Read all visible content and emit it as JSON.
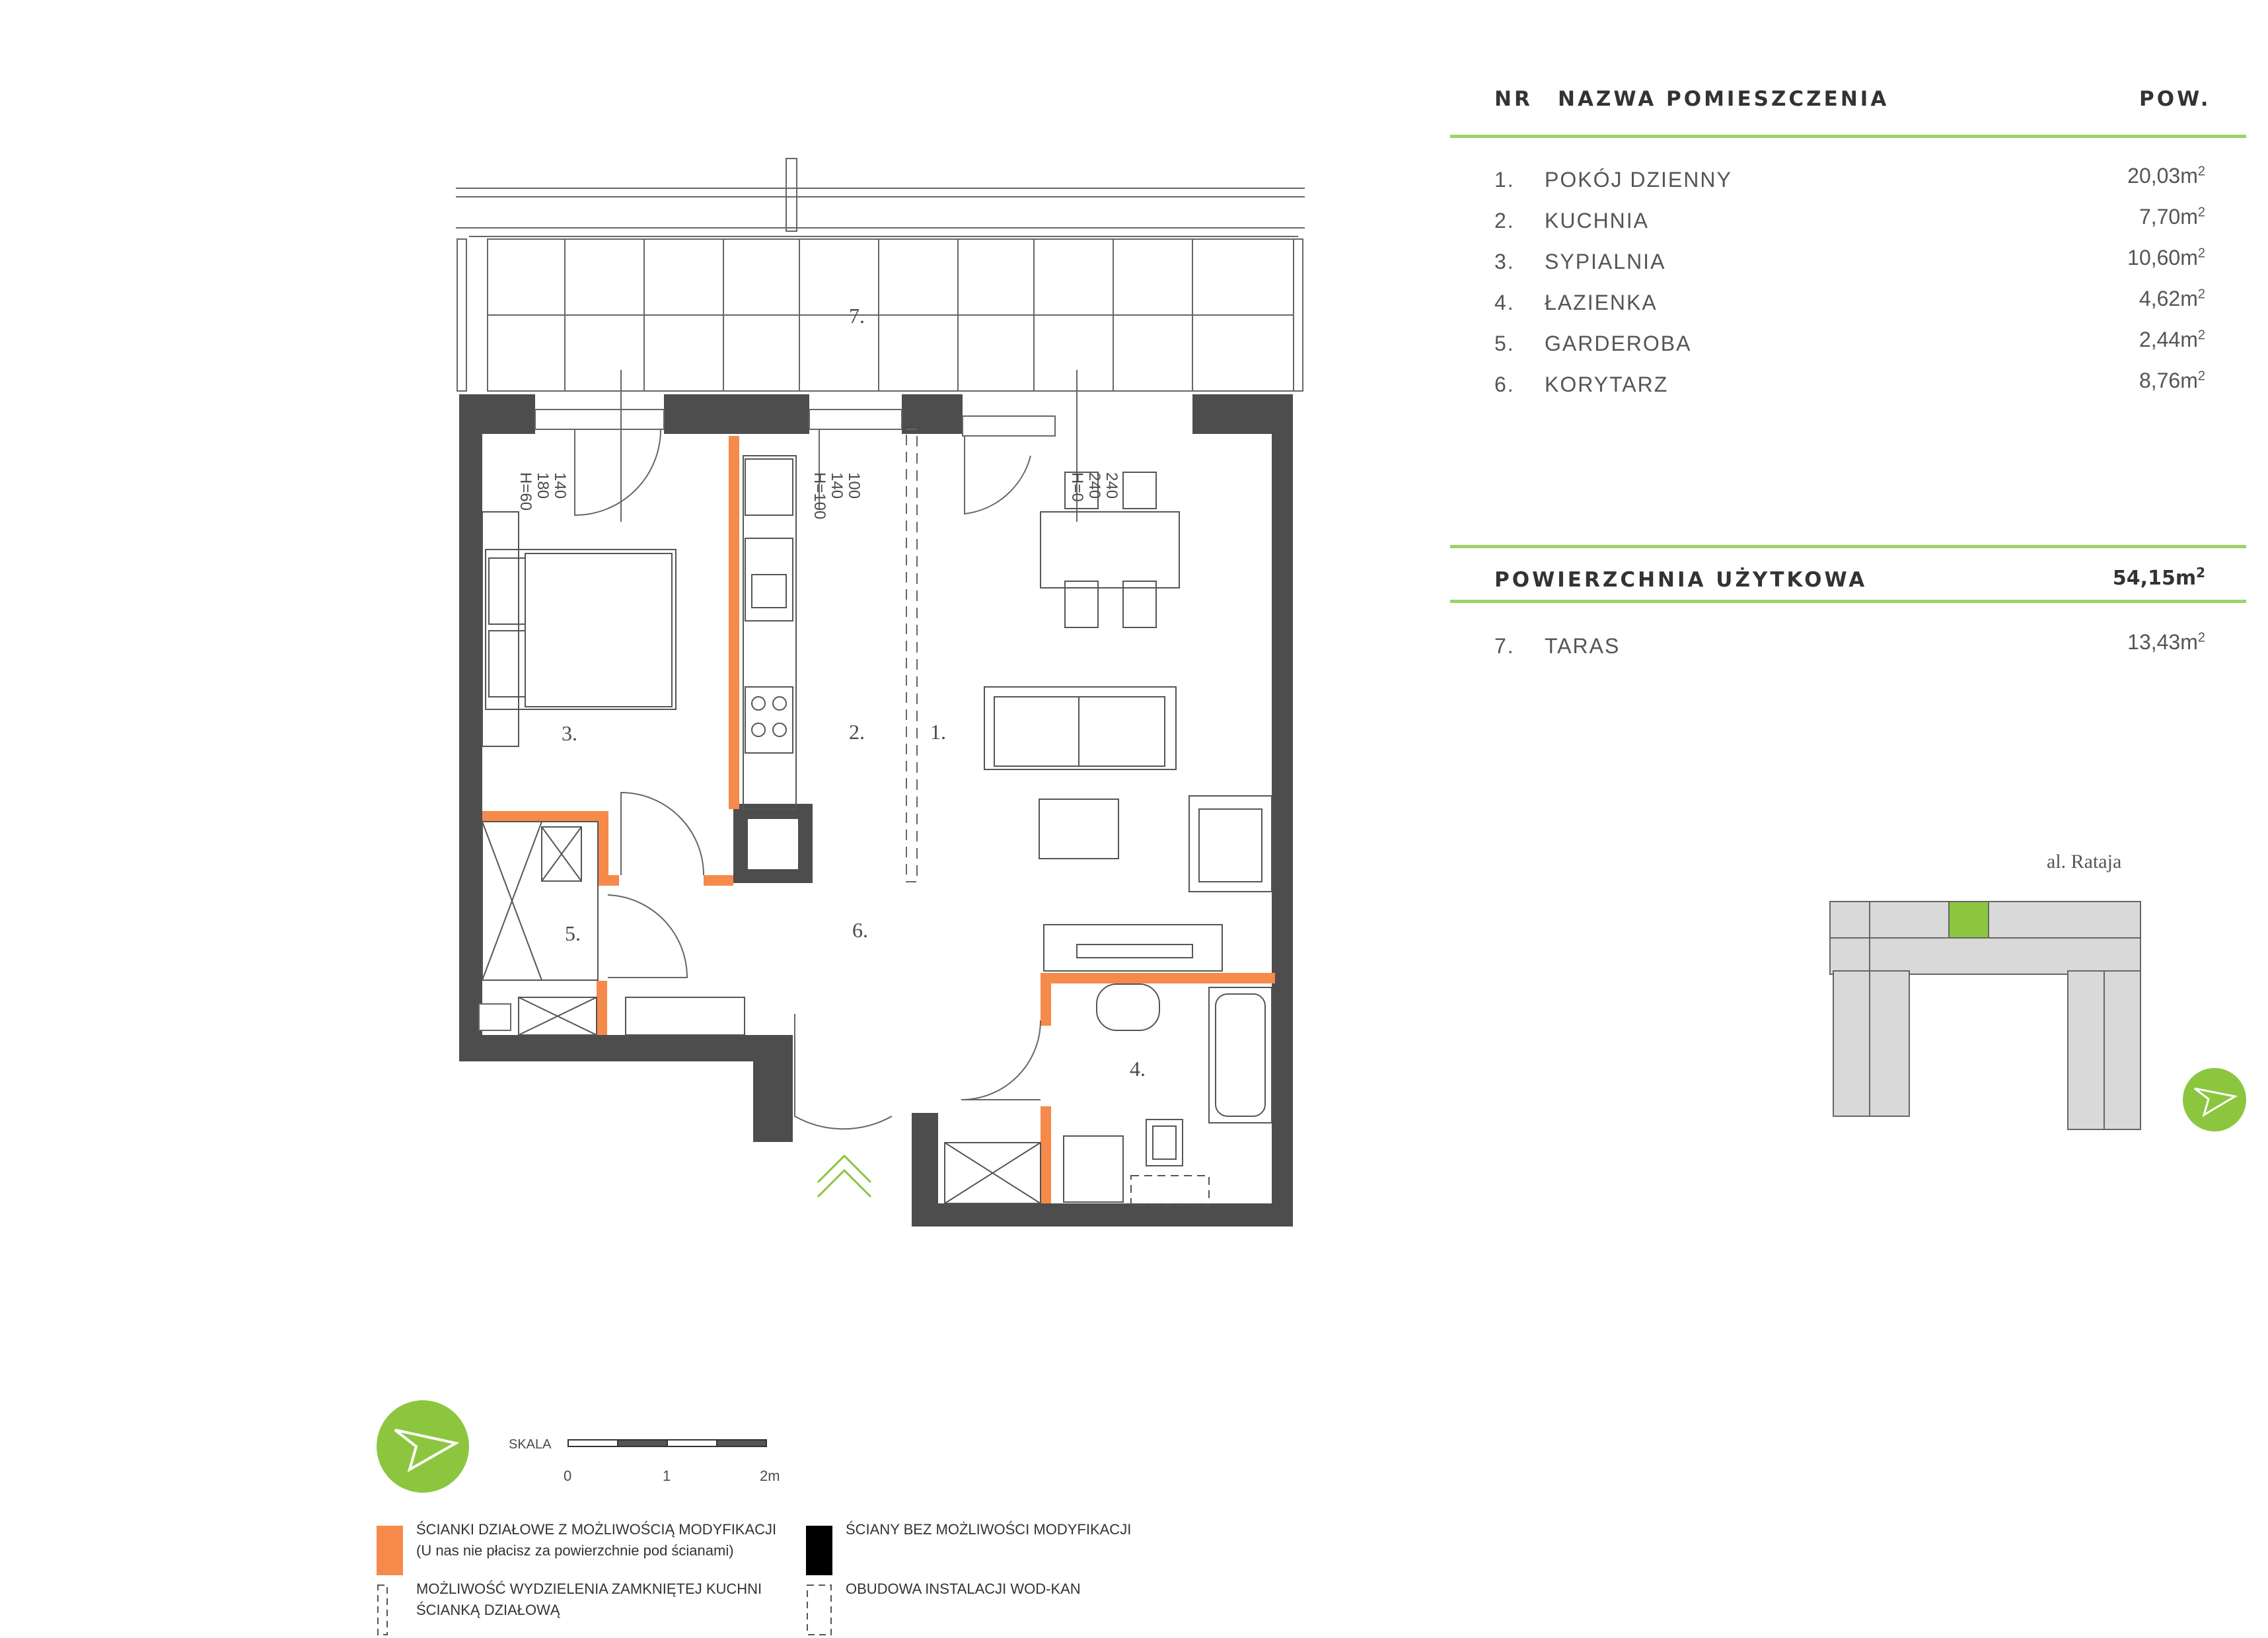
{
  "table": {
    "headers": {
      "nr": "NR",
      "name": "NAZWA POMIESZCZENIA",
      "area": "POW."
    },
    "rooms": [
      {
        "nr": "1.",
        "name": "POKÓJ DZIENNY",
        "area": "20,03m",
        "unit_sup": "2"
      },
      {
        "nr": "2.",
        "name": "KUCHNIA",
        "area": "7,70m",
        "unit_sup": "2"
      },
      {
        "nr": "3.",
        "name": "SYPIALNIA",
        "area": "10,60m",
        "unit_sup": "2"
      },
      {
        "nr": "4.",
        "name": "ŁAZIENKA",
        "area": "4,62m",
        "unit_sup": "2"
      },
      {
        "nr": "5.",
        "name": "GARDEROBA",
        "area": "2,44m",
        "unit_sup": "2"
      },
      {
        "nr": "6.",
        "name": "KORYTARZ",
        "area": "8,76m",
        "unit_sup": "2"
      }
    ],
    "total": {
      "label": "POWIERZCHNIA UŻYTKOWA",
      "area": "54,15m",
      "unit_sup": "2"
    },
    "terrace": {
      "nr": "7.",
      "name": "TARAS",
      "area": "13,43m",
      "unit_sup": "2"
    }
  },
  "plan": {
    "room_labels": [
      "7.",
      "1.",
      "2.",
      "3.",
      "4.",
      "5.",
      "6."
    ],
    "window_labels": {
      "w1": [
        "140",
        "180",
        "H=60"
      ],
      "w2": [
        "100",
        "140",
        "H=100"
      ],
      "w3": [
        "240",
        "240",
        "H=0"
      ]
    }
  },
  "location_map": {
    "street": "al. Rataja"
  },
  "scale": {
    "label": "SKALA",
    "ticks": [
      "0",
      "1",
      "2m"
    ]
  },
  "legend": {
    "orange": [
      "ŚCIANKI DZIAŁOWE Z MOŻLIWOŚCIĄ MODYFIKACJI",
      "(U nas nie płacisz za powierzchnie pod ścianami)"
    ],
    "black": "ŚCIANY BEZ MOŻLIWOŚCI MODYFIKACJI",
    "dashed_kitchen": [
      "MOŻLIWOŚĆ WYDZIELENIA ZAMKNIĘTEJ KUCHNI",
      "ŚCIANKĄ DZIAŁOWĄ"
    ],
    "dashed_install": "OBUDOWA INSTALACJI WOD-KAN"
  },
  "colors": {
    "accent_green": "#8cc63f",
    "partition_orange": "#f58a4b",
    "wall_gray": "#4d4d4d",
    "line_green": "#9fd06a"
  },
  "icons": [
    "compass-arrow-icon",
    "entrance-chevron-icon"
  ]
}
